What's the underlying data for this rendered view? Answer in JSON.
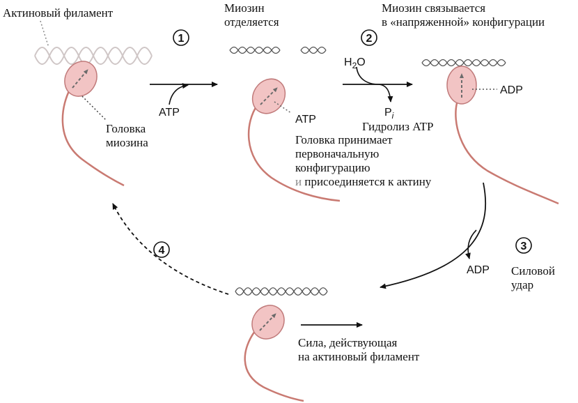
{
  "labels": {
    "actin_filament": "Актиновый филамент",
    "myosin_head_1": "Головка",
    "myosin_head_2": "миозина",
    "myosin_detaches_1": "Миозин",
    "myosin_detaches_2": "отделяется",
    "myosin_binds_1": "Миозин связывается",
    "myosin_binds_2": "в «напряженной» конфигурации",
    "atp_binding": "ATP",
    "atp_bound": "ATP",
    "water": "H",
    "water_sub": "2",
    "water_end": "O",
    "phosphate": "P",
    "phosphate_sub": "i",
    "hydrolysis": "Гидролиз ATP",
    "head_resumes_1": "Головка принимает",
    "head_resumes_2": "первоначальную",
    "head_resumes_3": "конфигурацию",
    "head_resumes_4a": "и",
    "head_resumes_4b": " присоединяется к актину",
    "adp_bound": "ADP",
    "adp_released": "ADP",
    "power_stroke_1": "Силовой",
    "power_stroke_2": "удар",
    "force_1": "Сила, действующая",
    "force_2": "на актиновый филамент"
  },
  "steps": {
    "step1": "1",
    "step2": "2",
    "step3": "3",
    "step4": "4"
  },
  "colors": {
    "myosin_tail": "#c97a72",
    "myosin_head_fill": "#f2c4c4",
    "myosin_head_stroke": "#c07a7a",
    "actin": "#555555",
    "arrow": "#111111",
    "gray_note": "#888888"
  }
}
